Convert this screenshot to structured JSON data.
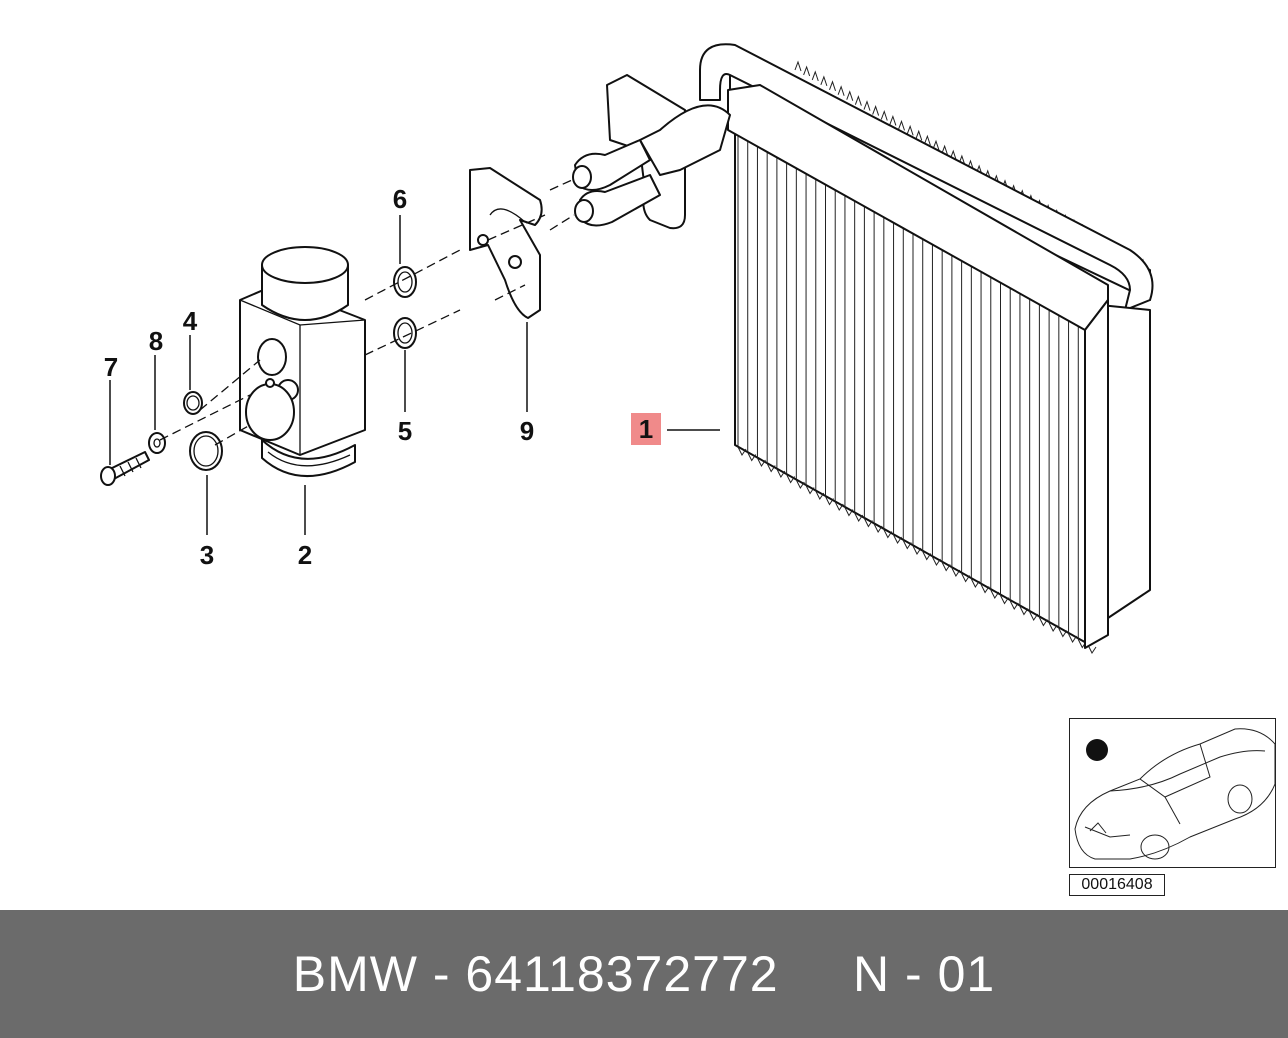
{
  "diagram": {
    "callouts": [
      {
        "id": "1",
        "label": "1",
        "highlighted": true
      },
      {
        "id": "2",
        "label": "2"
      },
      {
        "id": "3",
        "label": "3"
      },
      {
        "id": "4",
        "label": "4"
      },
      {
        "id": "5",
        "label": "5"
      },
      {
        "id": "6",
        "label": "6"
      },
      {
        "id": "7",
        "label": "7"
      },
      {
        "id": "8",
        "label": "8"
      },
      {
        "id": "9",
        "label": "9"
      }
    ],
    "highlight_color": "#f08a8a",
    "reference_code": "00016408"
  },
  "footer": {
    "text": "BMW - 64118372772     N - 01",
    "background": "#6b6b6b"
  }
}
